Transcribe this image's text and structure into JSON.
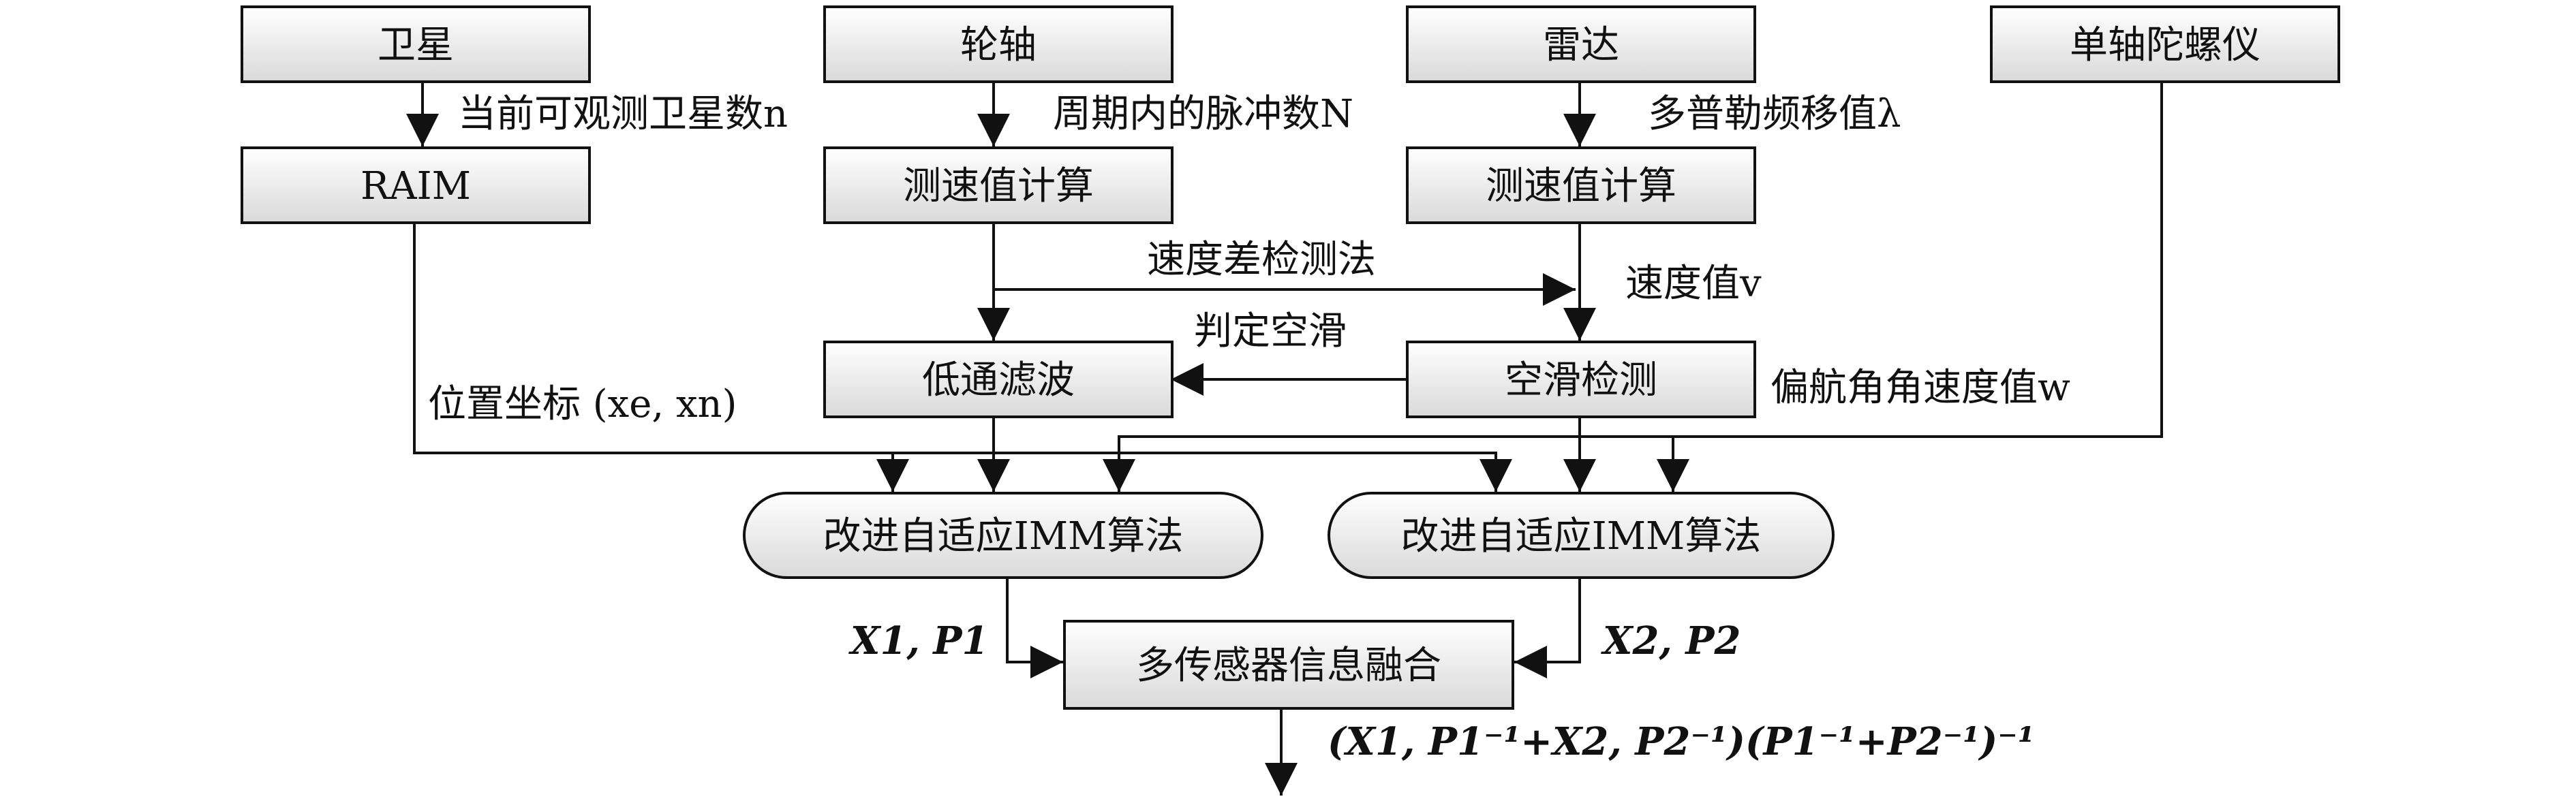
{
  "nodes": {
    "satellite": "卫星",
    "wheel_axle": "轮轴",
    "radar": "雷达",
    "gyro": "单轴陀螺仪",
    "raim": "RAIM",
    "speed_calc_wheel": "测速值计算",
    "speed_calc_radar": "测速值计算",
    "lowpass": "低通滤波",
    "slip_detect": "空滑检测",
    "imm_left": "改进自适应IMM算法",
    "imm_right": "改进自适应IMM算法",
    "fusion": "多传感器信息融合"
  },
  "edge_labels": {
    "satellite_count": "当前可观测卫星数n",
    "pulse_count": "周期内的脉冲数N",
    "doppler": "多普勒频移值λ",
    "speed_diff": "速度差检测法",
    "speed_value": "速度值v",
    "judge_slip": "判定空滑",
    "yaw_rate": "偏航角角速度值w",
    "position": "位置坐标 (xe, xn)",
    "left_output": "X1, P1",
    "right_output": "X2, P2",
    "fusion_output": "(X1, P1⁻¹+X2, P2⁻¹)(P1⁻¹+P2⁻¹)⁻¹"
  }
}
